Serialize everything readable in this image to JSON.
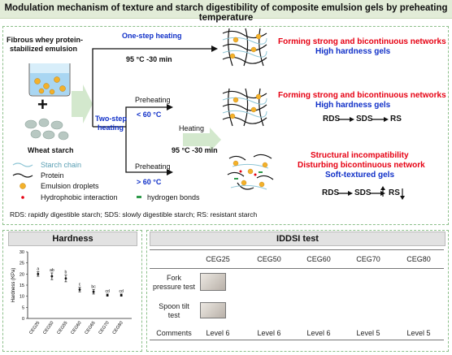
{
  "title": "Modulation mechanism of texture and starch digestibility of composite emulsion gels by preheating temperature",
  "inputs": {
    "emulsion": [
      "Fibrous whey protein-",
      "stabilized emulsion"
    ],
    "plus": "+",
    "starch": "Wheat starch"
  },
  "paths": {
    "one_step": "One-step heating",
    "one_step_cond": "95 °C -30 min",
    "two_step": [
      "Two-step",
      "heating"
    ],
    "preheat_label": "Preheating",
    "preheat_low": "< 60 °C",
    "preheat_high": "> 60 °C",
    "heating_label": "Heating",
    "heating_cond": "95 °C -30 min"
  },
  "outcomes": {
    "out1": [
      "Forming strong and bicontinuous networks",
      "High hardness gels"
    ],
    "out2": [
      "Forming strong and bicontinuous networks",
      "High hardness gels"
    ],
    "out2_digest": [
      "RDS",
      "SDS",
      "RS"
    ],
    "out3": [
      "Structural incompatibility",
      "Disturbing bicontinuous network",
      "Soft-textured gels"
    ],
    "out3_digest": [
      "RDS",
      "SDS",
      "RS"
    ]
  },
  "legend": {
    "starch_chain": "Starch chain",
    "protein": "Protein",
    "droplets": "Emulsion droplets",
    "hydrophobic": "Hydrophobic interaction",
    "hbonds": "hydrogen bonds"
  },
  "abbrev": "RDS: rapidly digestible starch;  SDS: slowly digestible starch;  RS: resistant starch",
  "colors": {
    "red": "#e60012",
    "blue": "#1030c8",
    "panel_border": "#8cbf8a",
    "droplet": "#f3b12a"
  },
  "hardness": {
    "header": "Hardness",
    "chart_data": {
      "type": "scatter",
      "ylabel": "Hardness (KPa)",
      "ylim": [
        0,
        30
      ],
      "yticks": [
        "0",
        "5",
        "10",
        "15",
        "20",
        "25",
        "30"
      ],
      "categories": [
        "CEG25",
        "CEG50",
        "CEG55",
        "CEG60",
        "CEG65",
        "CEG70",
        "CEG80"
      ],
      "values": [
        20,
        19,
        18,
        13,
        12,
        10.5,
        10.5
      ],
      "errors": [
        1,
        1.5,
        1.5,
        1,
        1,
        0.5,
        0.5
      ],
      "letters": [
        "a",
        "ab",
        "b",
        "c",
        "bc",
        "cd",
        "cd"
      ]
    }
  },
  "iddsi": {
    "header": "IDDSI test",
    "columns": [
      "CEG25",
      "CEG50",
      "CEG60",
      "CEG70",
      "CEG80"
    ],
    "rows": {
      "fork": [
        "Fork",
        "pressure test"
      ],
      "spoon": [
        "Spoon tilt",
        "test"
      ],
      "comments": "Comments"
    },
    "levels": [
      "Level 6",
      "Level 6",
      "Level 6",
      "Level 5",
      "Level 5"
    ]
  }
}
